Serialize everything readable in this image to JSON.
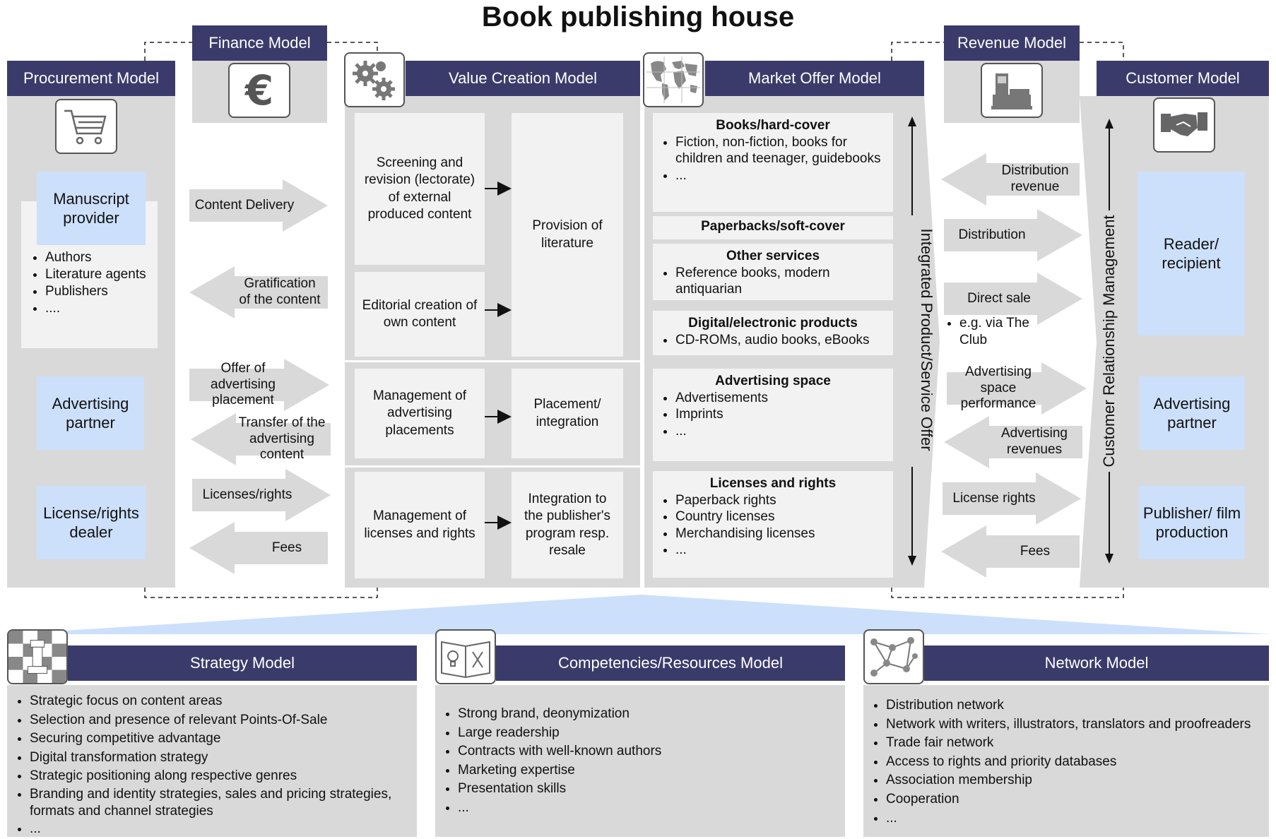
{
  "title": "Book publishing house",
  "headers": {
    "procurement": "Procurement Model",
    "finance": "Finance Model",
    "value_creation": "Value Creation Model",
    "market_offer": "Market Offer Model",
    "revenue": "Revenue Model",
    "customer": "Customer Model",
    "strategy": "Strategy Model",
    "competencies": "Competencies/Resources Model",
    "network": "Network Model"
  },
  "procurement": {
    "manuscript_provider": "Manuscript provider",
    "manuscript_items": [
      "Authors",
      "Literature agents",
      "Publishers",
      "...."
    ],
    "advertising_partner": "Advertising partner",
    "license_dealer": "License/rights dealer"
  },
  "finance_arrows": {
    "content_delivery": "Content Delivery",
    "gratification": "Gratification of the content",
    "offer_advertising": "Offer of advertising placement",
    "transfer_advertising": "Transfer of the advertising content",
    "licenses_rights": "Licenses/rights",
    "fees": "Fees"
  },
  "value_creation": {
    "screening": "Screening and revision (lectorate) of external produced content",
    "editorial": "Editorial creation of own content",
    "provision": "Provision of literature",
    "mgmt_advertising": "Management of advertising placements",
    "placement": "Placement/ integration",
    "mgmt_licenses": "Management of licenses and rights",
    "integration": "Integration to the publisher's program resp. resale"
  },
  "market_offer": {
    "books_title": "Books/hard-cover",
    "books_items": [
      "Fiction, non-fiction, books for children and teenager, guidebooks",
      "..."
    ],
    "paperbacks_title": "Paperbacks/soft-cover",
    "other_title": "Other services",
    "other_items": [
      "Reference books, modern antiquarian"
    ],
    "digital_title": "Digital/electronic products",
    "digital_items": [
      "CD-ROMs, audio books, eBooks"
    ],
    "adspace_title": "Advertising space",
    "adspace_items": [
      "Advertisements",
      "Imprints",
      "..."
    ],
    "licenses_title": "Licenses and rights",
    "licenses_items": [
      "Paperback rights",
      "Country licenses",
      "Merchandising licenses",
      "..."
    ],
    "integrated_label": "Integrated Product/Service Offer"
  },
  "revenue_arrows": {
    "distribution_revenue": "Distribution revenue",
    "distribution": "Distribution",
    "direct_sale": "Direct sale",
    "direct_sale_note": "e.g. via The Club",
    "adspace_performance": "Advertising space performance",
    "advertising_revenues": "Advertising revenues",
    "license_rights": "License rights",
    "fees": "Fees"
  },
  "customer": {
    "crm_label": "Customer Relationship Management",
    "reader": "Reader/ recipient",
    "advertising_partner": "Advertising partner",
    "publisher_film": "Publisher/ film production"
  },
  "strategy_items": [
    "Strategic focus on content areas",
    "Selection and presence of relevant Points-Of-Sale",
    "Securing competitive advantage",
    "Digital transformation strategy",
    "Strategic positioning along respective genres",
    "Branding and identity strategies, sales and pricing strategies, formats and channel strategies",
    "..."
  ],
  "competencies_items": [
    "Strong brand, deonymization",
    "Large readership",
    "Contracts with well-known authors",
    "Marketing expertise",
    "Presentation skills",
    "..."
  ],
  "network_items": [
    "Distribution network",
    "Network with writers, illustrators, translators and proofreaders",
    "Trade fair network",
    "Access to rights and priority databases",
    "Association membership",
    "Cooperation",
    "..."
  ],
  "colors": {
    "header": "#3b3b6b",
    "panel": "#d9d9d9",
    "box": "#f2f2f2",
    "highlight": "#cce0fb",
    "arrow": "#d9d9d9"
  }
}
